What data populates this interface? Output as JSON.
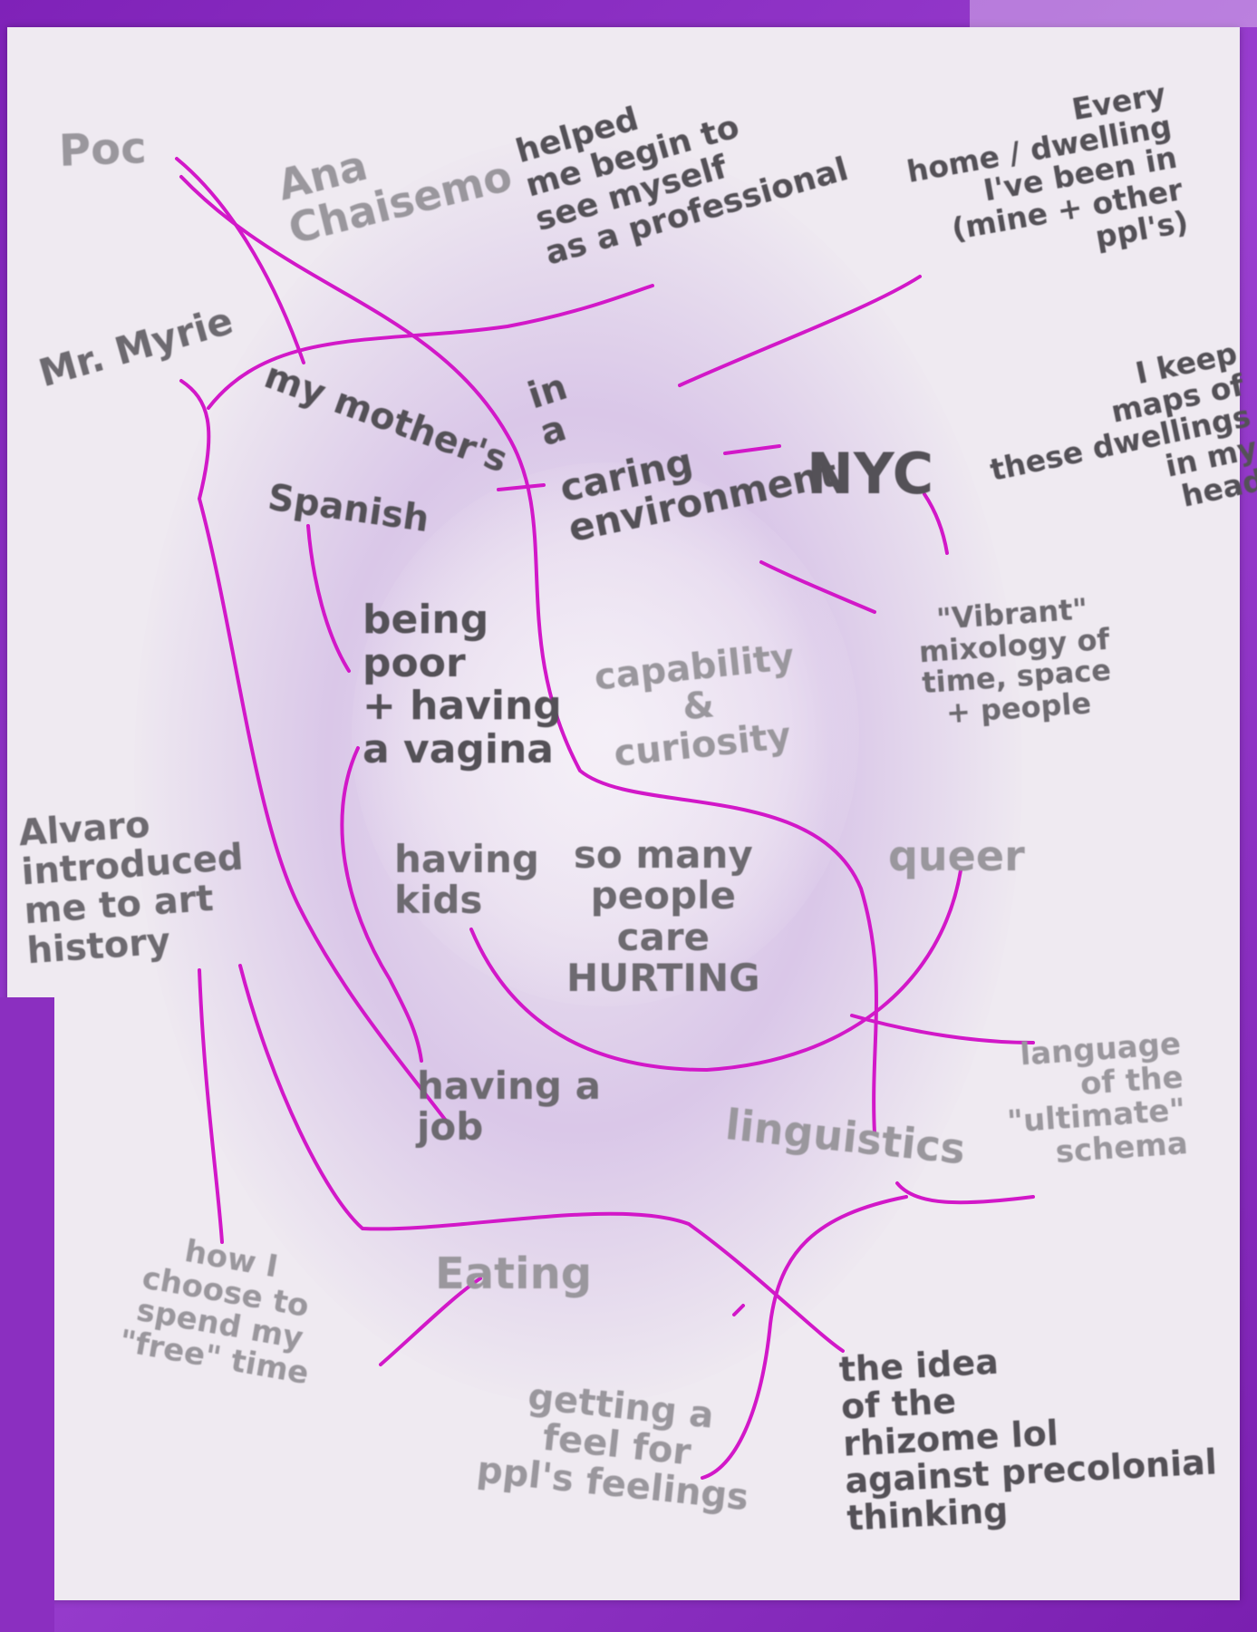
{
  "notes": {
    "poc": "Poc",
    "ana_chaisemo": "Ana\nChaisemo",
    "helped_me": "helped\nme begin to\nsee myself\nas a professional",
    "every_home": "Every\nhome / dwelling\nI've been in\n(mine + other\nppl's)",
    "keep_maps": "I keep\nmaps of\nthese dwellings\nin my\nhead",
    "mr_myrie": "Mr. Myrie",
    "my_mothers": "my mother's",
    "spanish": "Spanish",
    "in_a": "in\na",
    "caring": "caring\nenvironment",
    "nyc": "NYC",
    "vibrant": "\"Vibrant\"\nmixology of\ntime, space\n+ people",
    "being_poor": "being\npoor\n+ having\na vagina",
    "capability": "capability\n&\ncuriosity",
    "alvaro": "Alvaro\nintroduced\nme to art\nhistory",
    "having_kids": "having\nkids",
    "so_many": "so many\npeople\ncare\nHURTING",
    "queer": "queer",
    "language": "language\nof the\n\"ultimate\"\nschema",
    "having_job": "having a\njob",
    "linguistics": "linguistics",
    "how_i": "how I\nchoose to\nspend my\n\"free\" time",
    "eating": "Eating",
    "feel": "getting a\nfeel for\nppl's feelings",
    "rhizome": "the idea\nof the\nrhizome lol\nagainst precolonial\nthinking"
  },
  "colors": {
    "background_purple": "#8b2fc0",
    "paper": "#efeaf1",
    "ink_gray": "#6d6a70",
    "marker_magenta": "#d218c8"
  }
}
